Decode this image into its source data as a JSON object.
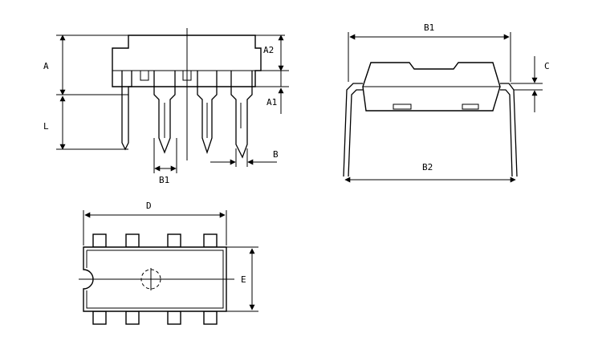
{
  "side_view": {
    "labels": {
      "A": "A",
      "A2": "A2",
      "A1": "A1",
      "L": "L",
      "B1": "B1",
      "B": "B"
    }
  },
  "end_view": {
    "labels": {
      "B1": "B1",
      "B2": "B2",
      "C": "C"
    }
  },
  "top_view": {
    "labels": {
      "D": "D",
      "E": "E"
    }
  }
}
